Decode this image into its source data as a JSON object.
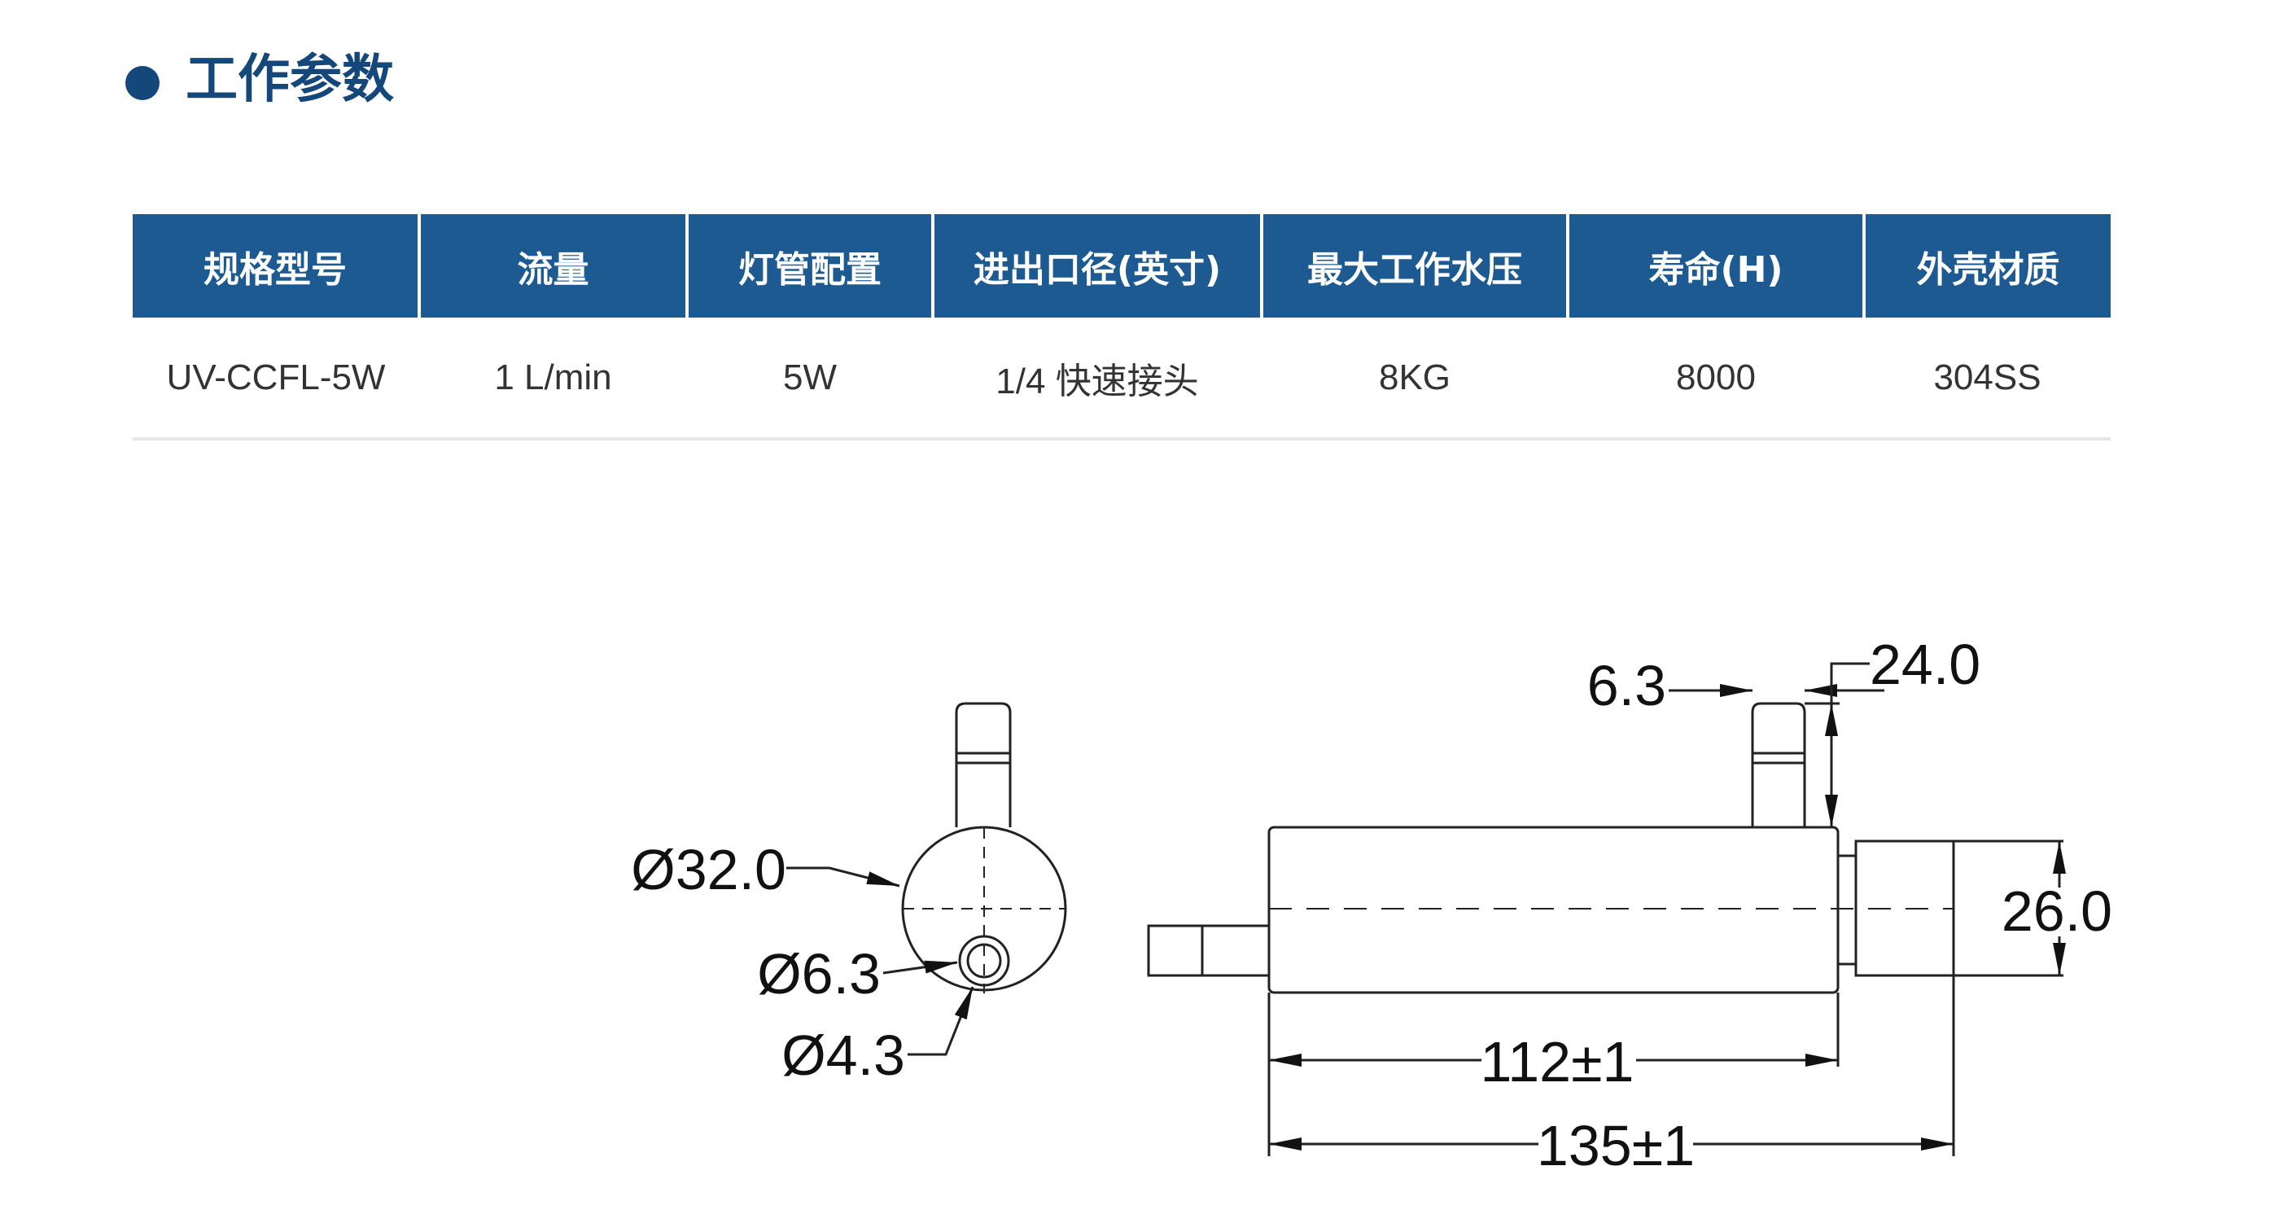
{
  "section": {
    "title": "工作参数"
  },
  "table": {
    "headers": [
      "规格型号",
      "流量",
      "灯管配置",
      "进出口径(英寸)",
      "最大工作水压",
      "寿命(H)",
      "外壳材质"
    ],
    "rows": [
      [
        "UV-CCFL-5W",
        "1 L/min",
        "5W",
        "1/4 快速接头",
        "8KG",
        "8000",
        "304SS"
      ]
    ]
  },
  "drawing": {
    "outer_diameter": "Ø32.0",
    "port_outer": "Ø6.3",
    "port_inner": "Ø4.3",
    "pipe_width": "6.3",
    "pipe_height": "24.0",
    "end_diameter": "26.0",
    "body_length": "112±1",
    "total_length": "135±1"
  },
  "colors": {
    "accent": "#1c5a91",
    "title": "#14477a"
  }
}
